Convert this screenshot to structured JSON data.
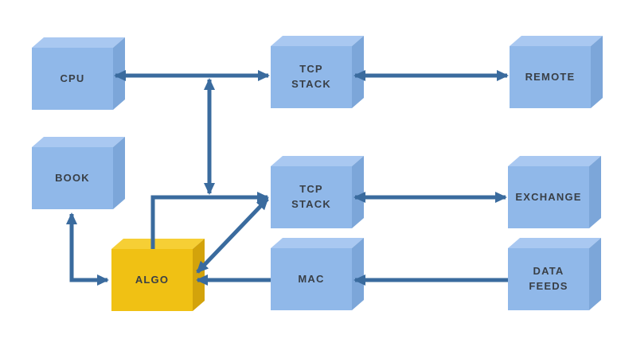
{
  "diagram": {
    "description": "Trading system architecture block diagram with 3D boxes and arrows",
    "background_color": "#ffffff",
    "colors": {
      "box_blue_front": "#90b8e9",
      "box_blue_top": "#a9c8f1",
      "box_blue_side": "#7ca6d9",
      "box_yellow_front": "#f0c114",
      "box_yellow_top": "#f6cf35",
      "box_yellow_side": "#d3a30b",
      "arrow": "#3a6b9e",
      "label_text": "#393f46"
    },
    "nodes": [
      {
        "id": "cpu",
        "label": "CPU",
        "color": "blue"
      },
      {
        "id": "tcp-stack-remote",
        "label": "TCP\nSTACK",
        "color": "blue"
      },
      {
        "id": "remote",
        "label": "REMOTE",
        "color": "blue"
      },
      {
        "id": "book",
        "label": "BOOK",
        "color": "blue"
      },
      {
        "id": "tcp-stack-exchange",
        "label": "TCP\nSTACK",
        "color": "blue"
      },
      {
        "id": "exchange",
        "label": "EXCHANGE",
        "color": "blue"
      },
      {
        "id": "algo",
        "label": "ALGO",
        "color": "yellow"
      },
      {
        "id": "mac",
        "label": "MAC",
        "color": "blue"
      },
      {
        "id": "data-feeds",
        "label": "DATA\nFEEDS",
        "color": "blue"
      }
    ],
    "edges": [
      {
        "from": "cpu",
        "to": "tcp-stack-remote",
        "arrows": "both",
        "shape": "straight-horizontal"
      },
      {
        "from": "tcp-stack-remote",
        "to": "remote",
        "arrows": "both",
        "shape": "straight-horizontal"
      },
      {
        "from": "cpu-tcp-link",
        "to": "algo-tcp-link",
        "arrows": "both",
        "shape": "vertical-bus"
      },
      {
        "from": "algo",
        "to": "tcp-stack-exchange",
        "arrows": "to",
        "shape": "elbow-up-right"
      },
      {
        "from": "algo",
        "to": "tcp-stack-exchange",
        "arrows": "both",
        "shape": "diagonal"
      },
      {
        "from": "tcp-stack-exchange",
        "to": "exchange",
        "arrows": "both",
        "shape": "straight-horizontal"
      },
      {
        "from": "data-feeds",
        "to": "mac",
        "arrows": "to",
        "shape": "straight-horizontal"
      },
      {
        "from": "mac",
        "to": "algo",
        "arrows": "to",
        "shape": "straight-horizontal"
      },
      {
        "from": "book",
        "to": "algo",
        "arrows": "both",
        "shape": "elbow-down-right"
      }
    ]
  }
}
